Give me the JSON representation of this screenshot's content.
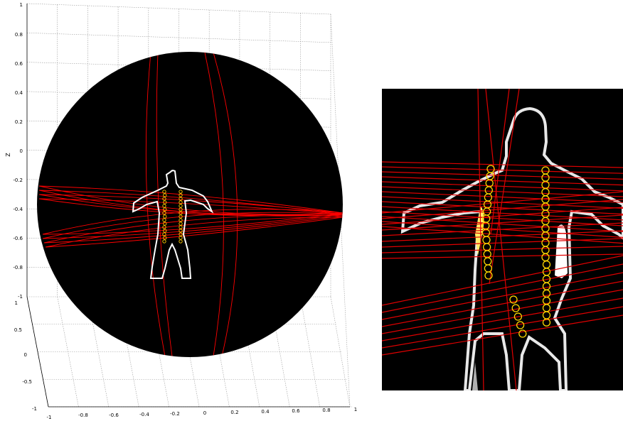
{
  "plot": {
    "z_axis_label": "Z",
    "z_ticks": [
      "1",
      "0.8",
      "0.6",
      "0.4",
      "0.2",
      "0",
      "-0.2",
      "-0.4",
      "-0.6",
      "-0.8",
      "-1"
    ],
    "y_ticks": [
      "1",
      "0.5",
      "0",
      "-0.5",
      "-1"
    ],
    "x_ticks": [
      "-1",
      "-0.8",
      "-0.6",
      "-0.4",
      "-0.2",
      "0",
      "0.2",
      "0.4",
      "0.6",
      "0.8",
      "1"
    ],
    "sphere_color": "#000000",
    "circle_color": "#ff0000",
    "silhouette_color": "#ffffff",
    "marker_color": "#ffcc00"
  },
  "closeup": {
    "background_color": "#000000",
    "line_color": "#e00000",
    "silhouette_color": "#e8e8e8",
    "marker_color": "#ffd700"
  }
}
